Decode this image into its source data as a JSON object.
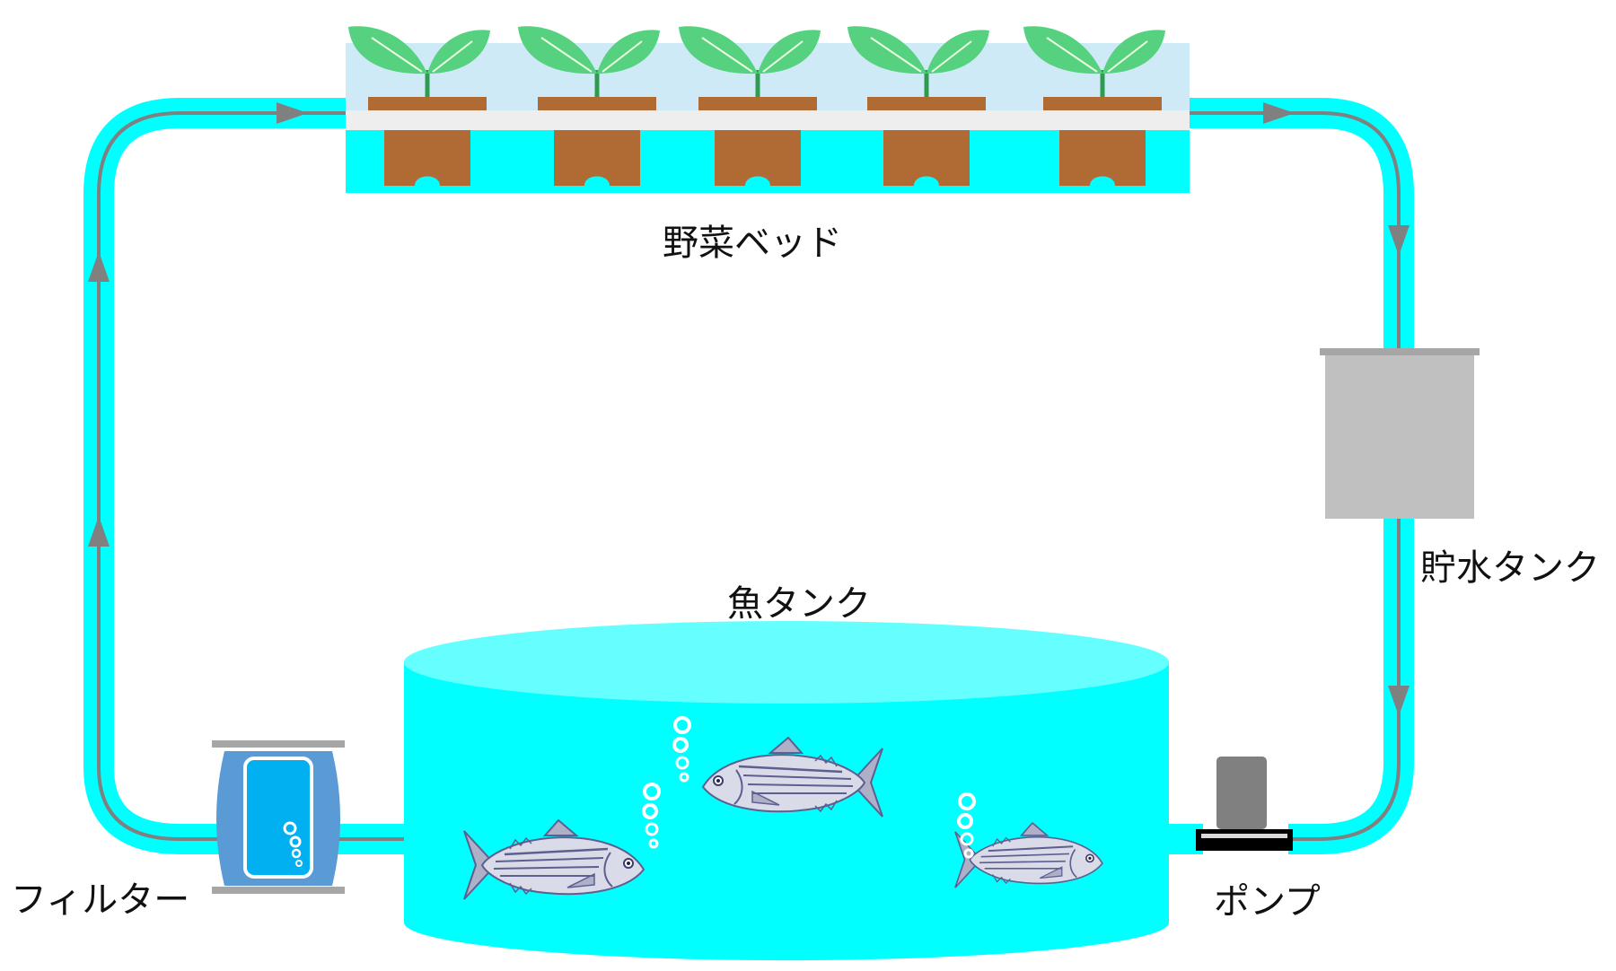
{
  "labels": {
    "vegetable_bed": "野菜ベッド",
    "reservoir_tank": "貯水タンク",
    "fish_tank": "魚タンク",
    "filter": "フィルター",
    "pump": "ポンプ"
  },
  "colors": {
    "water": "#00ffff",
    "water_surface": "#66ffff",
    "flow_line": "#808080",
    "soil_pot": "#b06a34",
    "leaf": "#55d17f",
    "bed_top": "#cfeaf7",
    "reservoir": "#c0c0c0",
    "filter_body": "#5b9bd5",
    "filter_window": "#00b0f0",
    "pump_body": "#808080",
    "pump_base": "#000000",
    "fish_body": "#d9dbe8",
    "fish_stripes": "#5c5f8f"
  },
  "icons": {
    "plant": "seedling-icon",
    "fish": "fish-icon",
    "bubbles": "bubbles-icon",
    "arrow": "flow-arrow-icon"
  },
  "flow_direction": "clockwise"
}
